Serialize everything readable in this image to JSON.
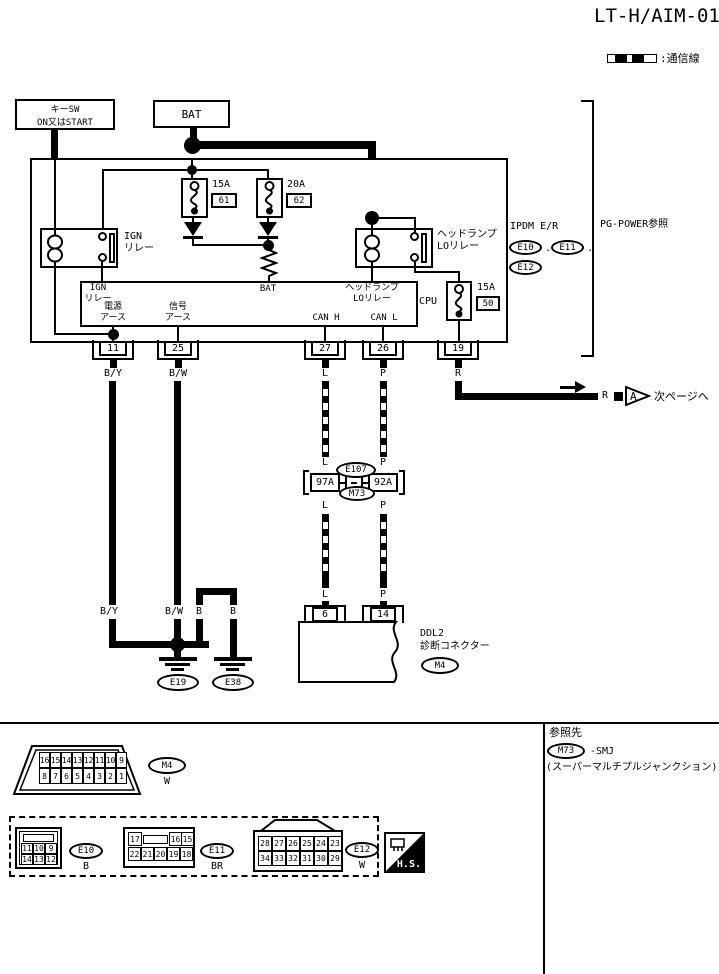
{
  "title": "LT-H/AIM-01",
  "legend": {
    "comm_label": ":通信線"
  },
  "sources": {
    "key_sw_l1": "キーSW",
    "key_sw_l2": "ON又はSTART",
    "bat": "BAT"
  },
  "ipdm": {
    "name": "IPDM E/R",
    "sep": ".",
    "conn_e10": "E10",
    "conn_e11": "E11",
    "conn_e12": "E12",
    "note": "PG-POWER参照",
    "fuse61": {
      "amp": "15A",
      "num": "61"
    },
    "fuse62": {
      "amp": "20A",
      "num": "62"
    },
    "fuse50": {
      "amp": "15A",
      "num": "50"
    },
    "ign_relay": {
      "l1": "IGN",
      "l2": "リレー"
    },
    "hl_relay": {
      "l1": "ヘッドランプ",
      "l2": "LOリレー"
    },
    "cpu": "CPU",
    "inner": {
      "ign_relay_l1": "IGN",
      "ign_relay_l2": "リレー",
      "bat": "BAT",
      "hl_relay_l1": "ヘッドランプ",
      "hl_relay_l2": "LOリレー",
      "pwr_gnd_l1": "電源",
      "pwr_gnd_l2": "アース",
      "sig_gnd_l1": "信号",
      "sig_gnd_l2": "アース",
      "can_h": "CAN H",
      "can_l": "CAN L"
    }
  },
  "pins": [
    {
      "num": "11",
      "color": "B/Y"
    },
    {
      "num": "25",
      "color": "B/W"
    },
    {
      "num": "27",
      "color": "L"
    },
    {
      "num": "26",
      "color": "P"
    },
    {
      "num": "19",
      "color": "R"
    }
  ],
  "wire_labels": {
    "by": "B/Y",
    "bw": "B/W",
    "b": "B",
    "l": "L",
    "p": "P"
  },
  "mid": {
    "left_conn": "97A",
    "right_conn": "92A",
    "e107": "E107",
    "m73": "M73"
  },
  "ddl2": {
    "pin_l": "6",
    "pin_r": "14",
    "name": "DDL2",
    "name2": "診断コネクター",
    "conn": "M4"
  },
  "grounds": {
    "e19": "E19",
    "e38": "E38"
  },
  "next_page": {
    "r": "R",
    "tag": "A",
    "label": "次ページへ"
  },
  "footer": {
    "m4": {
      "name": "M4",
      "color": "W",
      "row1": [
        "16",
        "15",
        "14",
        "13",
        "12",
        "11",
        "10",
        "9"
      ],
      "row2": [
        "8",
        "7",
        "6",
        "5",
        "4",
        "3",
        "2",
        "1"
      ]
    },
    "e10": {
      "name": "E10",
      "color": "B",
      "row1": [
        "11",
        "10",
        "9"
      ],
      "row2": [
        "14",
        "13",
        "12"
      ]
    },
    "e11": {
      "name": "E11",
      "color": "BR",
      "row1": [
        "17",
        "16",
        "15"
      ],
      "row2": [
        "22",
        "21",
        "20",
        "19",
        "18"
      ]
    },
    "e12": {
      "name": "E12",
      "color": "W",
      "row1": [
        "28",
        "27",
        "26",
        "25",
        "24",
        "23"
      ],
      "row2": [
        "34",
        "33",
        "32",
        "31",
        "30",
        "29"
      ]
    },
    "hs": "H.S.",
    "ref": {
      "title": "参照先",
      "conn": "M73",
      "suffix": "-SMJ",
      "note": "(スーパーマルチプルジャンクション)"
    }
  }
}
